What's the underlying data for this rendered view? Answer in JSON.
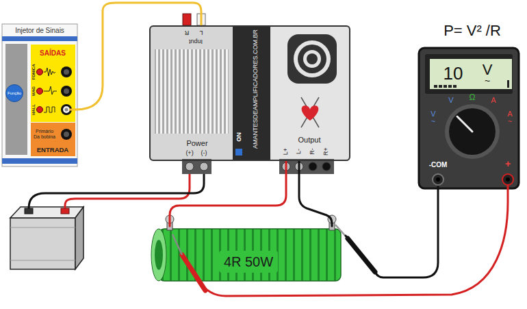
{
  "diagram": {
    "nodes": [
      {
        "text": [
          "Injetor de Sinais"
        ]
      },
      {
        "text": [
          "Função"
        ],
        "in": 0
      },
      {
        "text": [
          "SAÍDAS"
        ],
        "in": 0
      },
      {
        "text": [
          "Primário Da bobina",
          "ENTRADA"
        ],
        "in": 0
      },
      {
        "text": [
          "AMANTESDEAMPLIFICADORES.COM.BR"
        ]
      },
      {
        "text": [
          "P= V² /R"
        ]
      },
      {
        "text": [
          "10",
          "V",
          "~"
        ],
        "in": 5
      },
      {
        "text": [
          "4R 50W"
        ]
      }
    ],
    "edges": [
      {
        "from": 2,
        "to": 4,
        "arrow": "none"
      },
      {
        "from": 4,
        "to": 7,
        "arrow": "none"
      },
      {
        "from": 4,
        "to": 7,
        "arrow": "none"
      },
      {
        "from": 5,
        "to": 7,
        "arrow": "none"
      },
      {
        "from": 5,
        "to": 7,
        "arrow": "none"
      }
    ],
    "labels": [
      "FONICA",
      "MAG",
      "HALL",
      "Input",
      "R",
      "L",
      "ON",
      "Power",
      "(+)",
      "(-)",
      "Output",
      "L+",
      "L-",
      "R-",
      "R+",
      "V",
      "~",
      "V",
      "Ω",
      "A",
      "A",
      "~",
      "-COM",
      "+"
    ]
  }
}
